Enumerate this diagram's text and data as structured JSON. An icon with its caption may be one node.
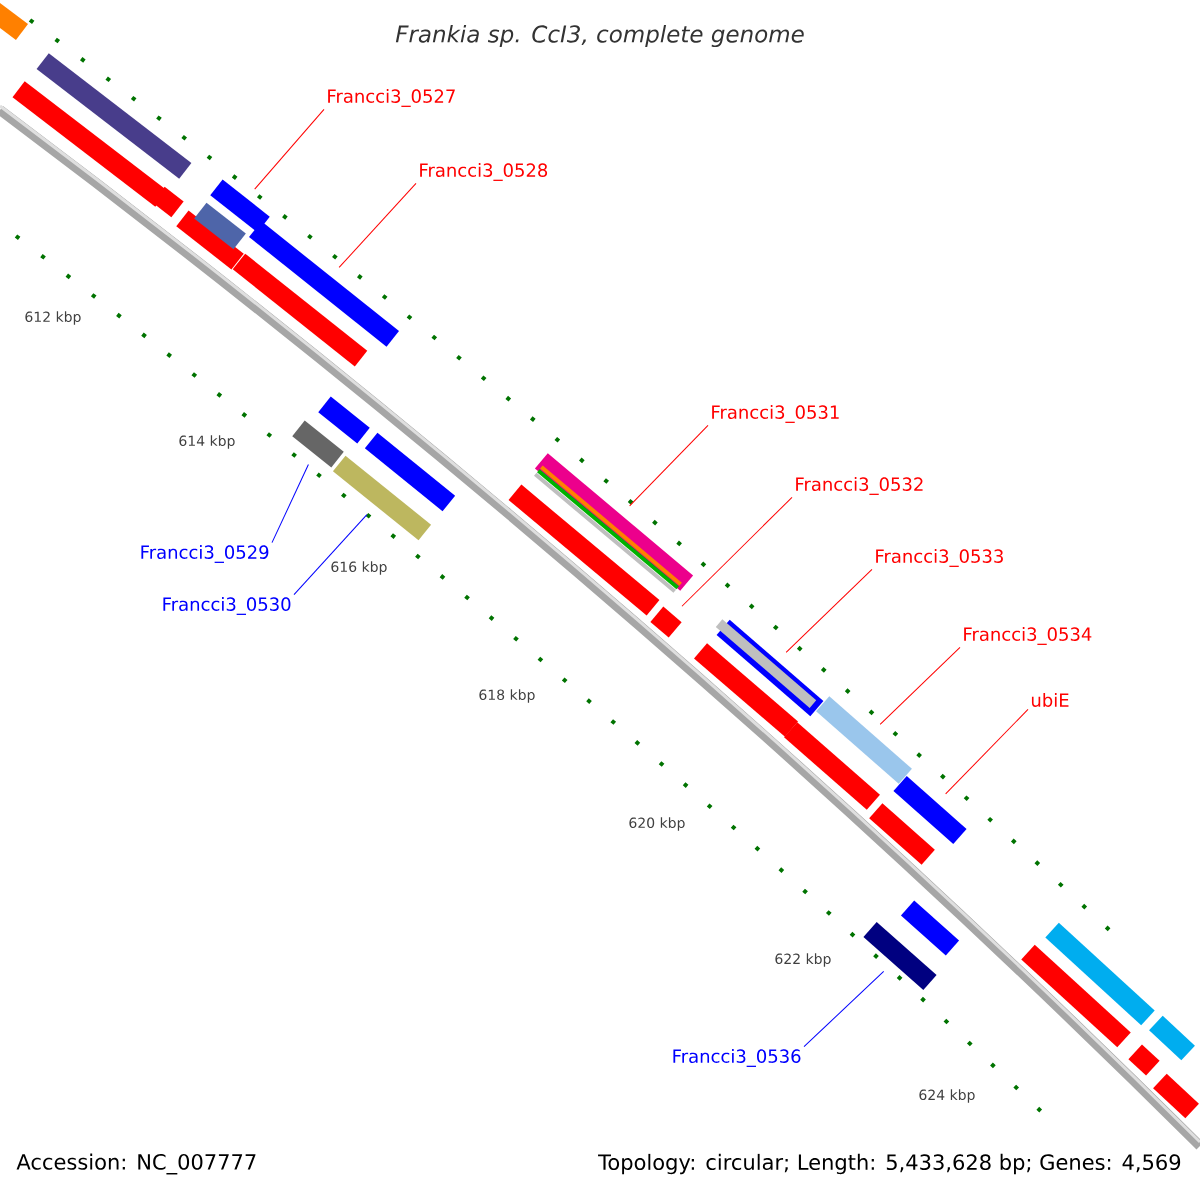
{
  "diagram": {
    "title": "Frankia sp. CcI3, complete genome",
    "nodes": [
      {
        "text": [
          "Francci3_0527"
        ]
      },
      {
        "text": [
          "Francci3_0528"
        ]
      },
      {
        "text": [
          "Francci3_0529"
        ]
      },
      {
        "text": [
          "Francci3_0530"
        ]
      },
      {
        "text": [
          "Francci3_0531"
        ]
      },
      {
        "text": [
          "Francci3_0532"
        ]
      },
      {
        "text": [
          "Francci3_0533"
        ]
      },
      {
        "text": [
          "Francci3_0534"
        ]
      },
      {
        "text": [
          "ubiE"
        ]
      },
      {
        "text": [
          "Francci3_0536"
        ]
      },
      {
        "text": [],
        "shape": "bar"
      },
      {
        "text": [],
        "shape": "bar"
      },
      {
        "text": [],
        "shape": "bar"
      },
      {
        "text": [],
        "shape": "bar"
      },
      {
        "text": [],
        "shape": "bar"
      },
      {
        "text": [],
        "shape": "bar"
      },
      {
        "text": [],
        "shape": "bar"
      },
      {
        "text": [],
        "shape": "bar"
      },
      {
        "text": [],
        "shape": "bar"
      },
      {
        "text": [],
        "shape": "bar"
      },
      {
        "text": [],
        "shape": "bar"
      },
      {
        "text": [],
        "shape": "bar"
      },
      {
        "text": [],
        "shape": "bar"
      },
      {
        "text": [],
        "shape": "bar"
      },
      {
        "text": [],
        "shape": "bar"
      },
      {
        "text": [],
        "shape": "bar"
      },
      {
        "text": [],
        "shape": "bar"
      },
      {
        "text": [],
        "shape": "bar"
      },
      {
        "text": [],
        "shape": "bar"
      },
      {
        "text": [],
        "shape": "bar"
      },
      {
        "text": [],
        "shape": "bar"
      },
      {
        "text": [],
        "shape": "bar"
      },
      {
        "text": [],
        "shape": "bar"
      },
      {
        "text": [],
        "shape": "bar"
      },
      {
        "text": [],
        "shape": "bar"
      },
      {
        "text": [],
        "shape": "bar"
      },
      {
        "text": [],
        "shape": "bar"
      },
      {
        "text": [],
        "shape": "bar"
      },
      {
        "text": [],
        "shape": "bar"
      }
    ],
    "edges": [
      {
        "from": 0,
        "to": 10,
        "arrow": "none"
      },
      {
        "from": 1,
        "to": 11,
        "arrow": "none"
      },
      {
        "from": 2,
        "to": 12,
        "arrow": "none",
        "color": "#0000ff"
      },
      {
        "from": 3,
        "to": 13,
        "arrow": "none",
        "color": "#0000ff"
      },
      {
        "from": 4,
        "to": 14,
        "arrow": "none"
      },
      {
        "from": 5,
        "to": 15,
        "arrow": "none"
      },
      {
        "from": 6,
        "to": 16,
        "arrow": "none"
      },
      {
        "from": 7,
        "to": 17,
        "arrow": "none"
      },
      {
        "from": 8,
        "to": 18,
        "arrow": "none"
      },
      {
        "from": 9,
        "to": 19,
        "arrow": "none",
        "color": "#0000ff"
      }
    ],
    "labels": [
      "612 kbp",
      "614 kbp",
      "616 kbp",
      "618 kbp",
      "620 kbp",
      "622 kbp",
      "624 kbp",
      "Accession: NC_007777",
      "Topology: circular; Length: 5,433,628 bp; Genes: 4,569"
    ]
  }
}
